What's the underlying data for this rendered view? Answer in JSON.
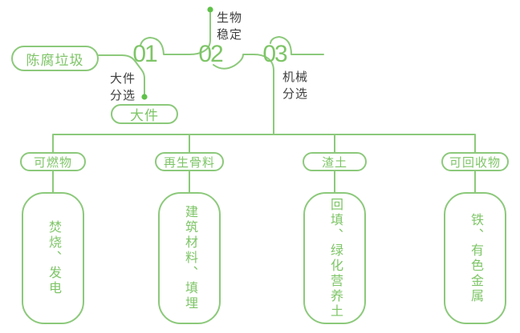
{
  "colors": {
    "green": "#8CC97B",
    "green_text": "#7EC567",
    "dot": "#5FC149",
    "dark": "#3E3E3E",
    "bg": "#FFFFFF"
  },
  "flow": {
    "source": {
      "label": "陈腐垃圾"
    },
    "steps": [
      {
        "number": "01",
        "caption": "大件\n分选"
      },
      {
        "number": "02",
        "caption": "生物\n稳定"
      },
      {
        "number": "03",
        "caption": "机械\n分选"
      }
    ],
    "bulky": {
      "label": "大件"
    }
  },
  "outputs": [
    {
      "category": "可燃物",
      "result": "焚烧、发电"
    },
    {
      "category": "再生骨料",
      "result": "建筑材料、填埋"
    },
    {
      "category": "渣土",
      "result": "回填、绿化营养土"
    },
    {
      "category": "可回收物",
      "result": "铁、有色金属"
    }
  ]
}
